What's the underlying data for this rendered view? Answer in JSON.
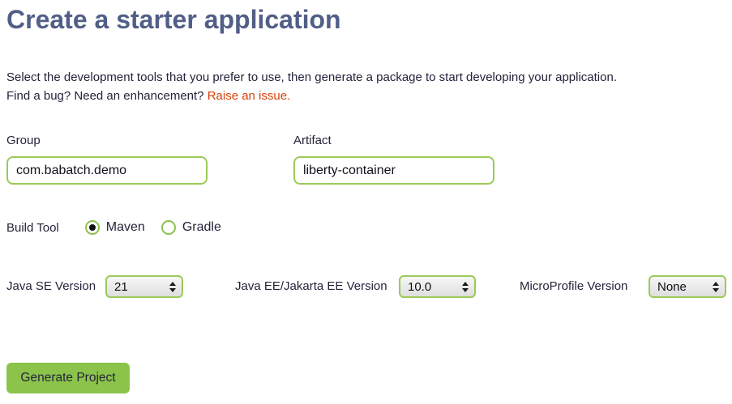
{
  "page": {
    "title": "Create a starter application",
    "description_line1": "Select the development tools that you prefer to use, then generate a package to start developing your application.",
    "description_line2_prefix": "Find a bug? Need an enhancement? ",
    "issue_link_text": "Raise an issue."
  },
  "form": {
    "group": {
      "label": "Group",
      "value": "com.babatch.demo"
    },
    "artifact": {
      "label": "Artifact",
      "value": "liberty-container"
    },
    "build_tool": {
      "label": "Build Tool",
      "options": [
        {
          "label": "Maven",
          "selected": true
        },
        {
          "label": "Gradle",
          "selected": false
        }
      ]
    },
    "java_se": {
      "label": "Java SE Version",
      "value": "21"
    },
    "java_ee": {
      "label": "Java EE/Jakarta EE Version",
      "value": "10.0"
    },
    "microprofile": {
      "label": "MicroProfile Version",
      "value": "None"
    },
    "generate_button_label": "Generate Project"
  },
  "colors": {
    "title": "#515f87",
    "body_text": "#23243a",
    "link": "#d74108",
    "input_border_green": "#9bca57",
    "button_green": "#8cc34b"
  }
}
